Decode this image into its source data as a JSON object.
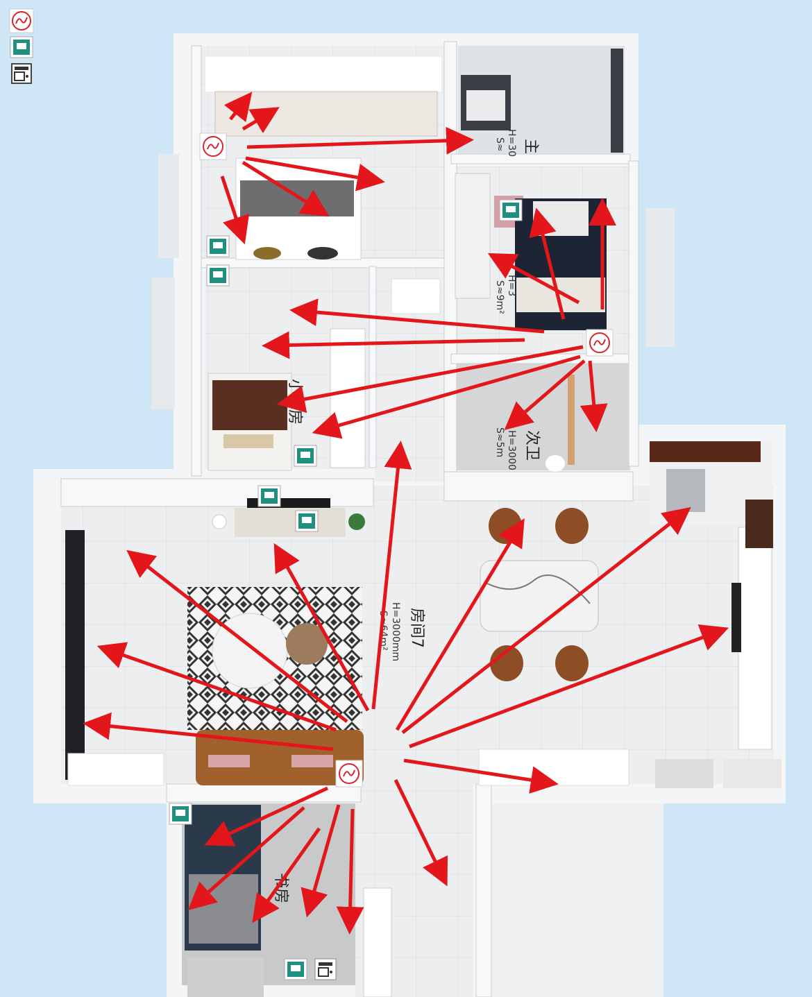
{
  "colors": {
    "background": "#cfe6f7",
    "floor": "#e9ecef",
    "wall": "#f4f5f6",
    "arrow": "#e3161b",
    "router_ring": "#d9232a",
    "lan_green": "#1f8f7f"
  },
  "legend": [
    {
      "icon": "wifi-router-icon"
    },
    {
      "icon": "ethernet-port-icon"
    },
    {
      "icon": "network-box-icon"
    }
  ],
  "rooms": {
    "master_bath": {
      "name": "主",
      "height": "H=30",
      "area": "S≈"
    },
    "master_bed": {
      "height": "H=3",
      "area": "S≈9m²"
    },
    "small_bed": {
      "name": "小卧房"
    },
    "second_bath": {
      "name": "次卫",
      "height": "H=3000",
      "area": "S≈5m"
    },
    "living": {
      "name": "房间7",
      "height": "H=3000mm",
      "area": "S≈64m²"
    },
    "study": {
      "name": "书房"
    }
  }
}
